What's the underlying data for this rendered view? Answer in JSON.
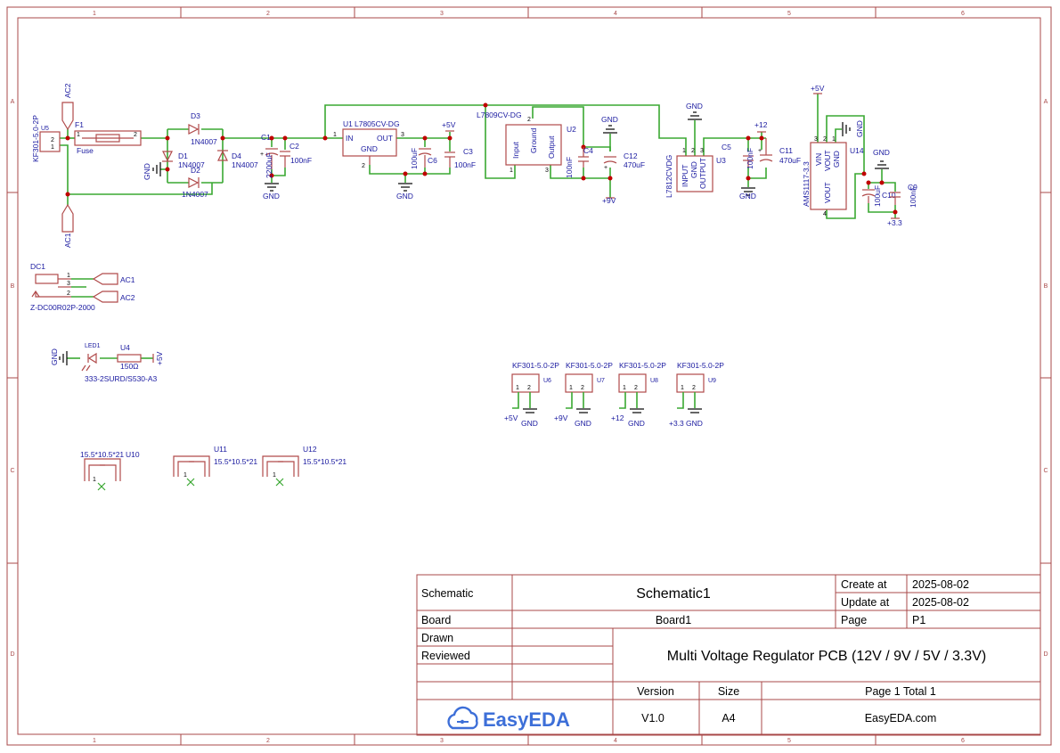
{
  "frame": {
    "columns": [
      "1",
      "2",
      "3",
      "4",
      "5",
      "6"
    ],
    "rows": [
      "A",
      "B",
      "C",
      "D"
    ]
  },
  "labels": {
    "j_kf_in": "KF301-5.0-2P",
    "j_u5": "U5",
    "ac2_top": "AC2",
    "ac1_bot": "AC1",
    "f1": "F1",
    "fuse": "Fuse",
    "d3": "D3",
    "d3_val": "1N4007",
    "d1": "D1",
    "d1_val": "1N4007",
    "d2": "D2",
    "d2_val": "1N4007",
    "d4": "D4",
    "d4_val": "1N4007",
    "gnd": "GND",
    "c1": "C1",
    "c1_val": "2200uF",
    "c2": "C2",
    "c2_val": "100nF",
    "u1": "U1",
    "u1_part": "L7805CV-DG",
    "u1_in": "IN",
    "u1_out": "OUT",
    "u1_gnd": "GND",
    "plus5v": "+5V",
    "c6_val": "100uF",
    "c6": "C6",
    "c3": "C3",
    "c3_val": "100nF",
    "u2_part": "L7809CV-DG",
    "u2": "U2",
    "u2_input": "Input",
    "u2_ground": "Ground",
    "u2_output": "Output",
    "c4": "C4",
    "c4_val": "100nF",
    "c12": "C12",
    "c12_val": "470uF",
    "plus9v": "+9V",
    "u3_part": "L7812CVDG",
    "u3": "U3",
    "u3_input": "INPUT",
    "u3_gnd": "GND",
    "u3_output": "OUTPUT",
    "c5": "C5",
    "c5_val": "100nF",
    "plus12": "+12",
    "c11": "C11",
    "c11_val": "470uF",
    "u14_part": "AMS1117-3.3",
    "u14": "U14",
    "u14_vin": "VIN",
    "u14_vout": "VOUT",
    "u14_gnd": "GND",
    "u14_vout2": "VOUT",
    "c10": "C10",
    "c10_val": "100uF",
    "c9": "C9",
    "c9_val": "100nF",
    "plus33": "+3.3",
    "dc1": "DC1",
    "dc1_part": "Z-DC00R02P-2000",
    "ac1": "AC1",
    "ac2": "AC2",
    "led1": "LED1",
    "u4": "U4",
    "r_val": "150Ω",
    "led_part": "333-2SURD/S530-A3",
    "u6": "U6",
    "u7": "U7",
    "u8": "U8",
    "u9": "U9",
    "kf": "KF301-5.0-2P",
    "plus5v_b": "+5V",
    "plus9v_b": "+9V",
    "plus12_b": "+12",
    "plus33_b": "+3.3",
    "u10": "U10",
    "u11": "U11",
    "u12": "U12",
    "hs_val": "15.5*10.5*21"
  },
  "title_block": {
    "schematic_label": "Schematic",
    "schematic_value": "Schematic1",
    "board_label": "Board",
    "board_value": "Board1",
    "drawn_label": "Drawn",
    "reviewed_label": "Reviewed",
    "create_label": "Create at",
    "create_value": "2025-08-02",
    "update_label": "Update at",
    "update_value": "2025-08-02",
    "page_label": "Page",
    "page_value": "P1",
    "project_title": "Multi Voltage Regulator PCB (12V / 9V / 5V / 3.3V)",
    "version_label": "Version",
    "version_value": "V1.0",
    "size_label": "Size",
    "size_value": "A4",
    "page_total": "Page  1  Total  1",
    "brand": "EasyEDA",
    "site": "EasyEDA.com"
  },
  "colors": {
    "wire": "#3aa832",
    "symbol": "#b04a4a",
    "label": "#1a1aa0",
    "junction": "#c00000",
    "brand": "#3d6fd8"
  },
  "icons": {
    "brand_logo": "easyeda-cloud-icon"
  }
}
